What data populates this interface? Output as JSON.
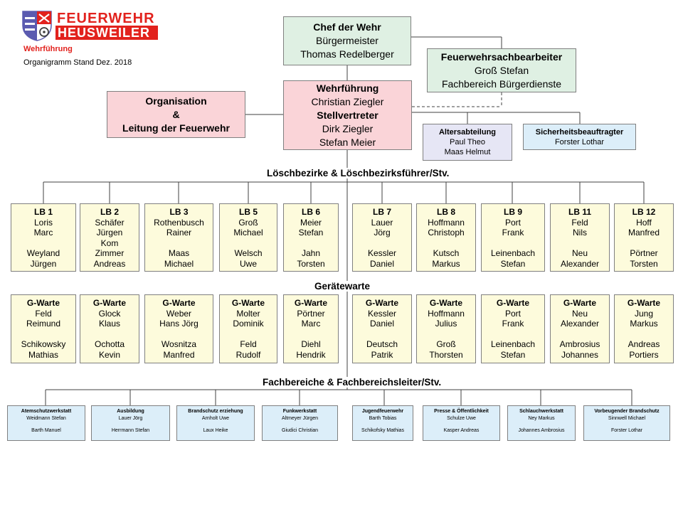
{
  "header": {
    "brand_line1": "FEUERWEHR",
    "brand_line2": "HEUSWEILER",
    "subtitle": "Wehrführung",
    "stand": "Organigramm Stand Dez. 2018"
  },
  "colors": {
    "brand_red": "#e2221d",
    "green": "#dff0e3",
    "pink": "#fad4d8",
    "lavender": "#e6e6f5",
    "blue": "#dceef9",
    "yellow": "#fdfbdc"
  },
  "chef": {
    "title": "Chef der Wehr",
    "line1": "Bürgermeister",
    "line2": "Thomas Redelberger"
  },
  "sachbearbeiter": {
    "title": "Feuerwehrsachbearbeiter",
    "line1": "Groß Stefan",
    "line2": "Fachbereich Bürgerdienste"
  },
  "organisation": {
    "line1": "Organisation",
    "line2": "&",
    "line3": "Leitung der Feuerwehr"
  },
  "wehrfuehrung": {
    "title": "Wehrführung",
    "name": "Christian Ziegler",
    "sub_title": "Stellvertreter",
    "deputy1": "Dirk Ziegler",
    "deputy2": "Stefan Meier"
  },
  "altersabteilung": {
    "title": "Altersabteilung",
    "line1": "Paul Theo",
    "line2": "Maas Helmut"
  },
  "sicherheit": {
    "title": "Sicherheitsbeauftragter",
    "line1": "Forster Lothar"
  },
  "headings": {
    "loeschbezirke": "Löschbezirke & Löschbezirksführer/Stv.",
    "geraetewarte": "Gerätewarte",
    "fachbereiche": "Fachbereiche & Fachbereichsleiter/Stv."
  },
  "loeschbezirke": [
    {
      "title": "LB 1",
      "lines": [
        "Loris",
        "Marc",
        "",
        "Weyland",
        "Jürgen"
      ]
    },
    {
      "title": "LB 2",
      "lines": [
        "Schäfer",
        "Jürgen",
        "Kom",
        "Zimmer",
        "Andreas"
      ]
    },
    {
      "title": "LB 3",
      "lines": [
        "Rothenbusch",
        "Rainer",
        "",
        "Maas",
        "Michael"
      ]
    },
    {
      "title": "LB 5",
      "lines": [
        "Groß",
        "Michael",
        "",
        "Welsch",
        "Uwe"
      ]
    },
    {
      "title": "LB 6",
      "lines": [
        "Meier",
        "Stefan",
        "",
        "Jahn",
        "Torsten"
      ]
    },
    {
      "title": "LB 7",
      "lines": [
        "Lauer",
        "Jörg",
        "",
        "Kessler",
        "Daniel"
      ]
    },
    {
      "title": "LB 8",
      "lines": [
        "Hoffmann",
        "Christoph",
        "",
        "Kutsch",
        "Markus"
      ]
    },
    {
      "title": "LB 9",
      "lines": [
        "Port",
        "Frank",
        "",
        "Leinenbach",
        "Stefan"
      ]
    },
    {
      "title": "LB 11",
      "lines": [
        "Feld",
        "Nils",
        "",
        "Neu",
        "Alexander"
      ]
    },
    {
      "title": "LB 12",
      "lines": [
        "Hoff",
        "Manfred",
        "",
        "Pörtner",
        "Torsten"
      ]
    }
  ],
  "geraetewarte": [
    {
      "title": "G-Warte",
      "lines": [
        "Feld",
        "Reimund",
        "",
        "Schikowsky",
        "Mathias"
      ]
    },
    {
      "title": "G-Warte",
      "lines": [
        "Glock",
        "Klaus",
        "",
        "Ochotta",
        "Kevin"
      ]
    },
    {
      "title": "G-Warte",
      "lines": [
        "Weber",
        "Hans Jörg",
        "",
        "Wosnitza",
        "Manfred"
      ]
    },
    {
      "title": "G-Warte",
      "lines": [
        "Molter",
        "Dominik",
        "",
        "Feld",
        "Rudolf"
      ]
    },
    {
      "title": "G-Warte",
      "lines": [
        "Pörtner",
        "Marc",
        "",
        "Diehl",
        "Hendrik"
      ]
    },
    {
      "title": "G-Warte",
      "lines": [
        "Kessler",
        "Daniel",
        "",
        "Deutsch",
        "Patrik"
      ]
    },
    {
      "title": "G-Warte",
      "lines": [
        "Hoffmann",
        "Julius",
        "",
        "Groß",
        "Thorsten"
      ]
    },
    {
      "title": "G-Warte",
      "lines": [
        "Port",
        "Frank",
        "",
        "Leinenbach",
        "Stefan"
      ]
    },
    {
      "title": "G-Warte",
      "lines": [
        "Neu",
        "Alexander",
        "",
        "Ambrosius",
        "Johannes"
      ]
    },
    {
      "title": "G-Warte",
      "lines": [
        "Jung",
        "Markus",
        "",
        "Andreas",
        "Portiers"
      ]
    }
  ],
  "fachbereiche": [
    {
      "title": "Atemschutzwerkstatt",
      "lead": "Weidmann  Stefan",
      "deputy": "Barth Manuel"
    },
    {
      "title": "Ausbildung",
      "lead": "Lauer Jörg",
      "deputy": "Herrmann Stefan"
    },
    {
      "title": "Brandschutz erziehung",
      "lead": "Arnholt Uwe",
      "deputy": "Laux  Heike"
    },
    {
      "title": "Funkwerkstatt",
      "lead": "Altmeyer Jürgen",
      "deputy": "Giudici Christian"
    },
    {
      "title": "Jugendfeuerwehr",
      "lead": "Barth Tobias",
      "deputy": "Schikofsky  Mathias"
    },
    {
      "title": "Presse & Öffentlichkeit",
      "lead": "Schulze Uwe",
      "deputy": "Kasper Andreas"
    },
    {
      "title": "Schlauchwerkstatt",
      "lead": "Ney Markus",
      "deputy": "Johannes  Ambrosius"
    },
    {
      "title": "Vorbeugender Brandschutz",
      "lead": "Sinnwell Michael",
      "deputy": "Forster Lothar"
    }
  ]
}
